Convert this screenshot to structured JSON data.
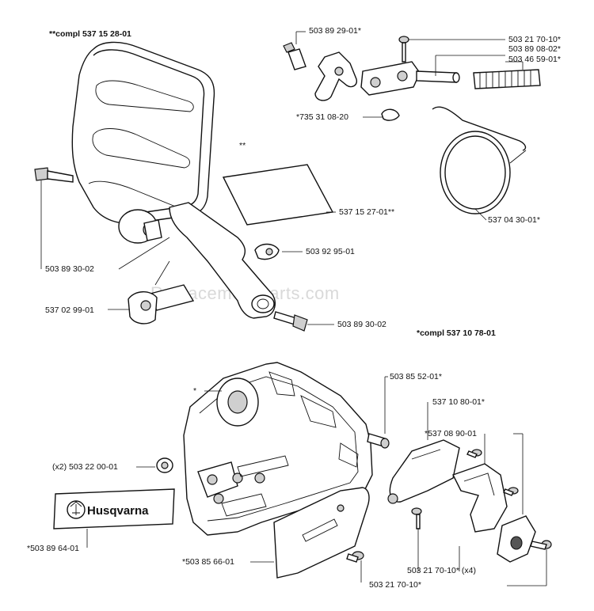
{
  "watermark": "ReplacementParts.com",
  "labels": {
    "compl_top": "**compl 537 15 28-01",
    "p_503_89_29_01": "503 89 29-01*",
    "p_503_21_70_10_top": "503 21 70-10*",
    "p_503_89_08_02": "503 89 08-02*",
    "p_503_46_59_01": "503 46 59-01*",
    "p_735_31_08_20": "*735 31 08-20",
    "double_star": "**",
    "p_537_15_27_01": "537 15 27-01**",
    "p_537_04_30_01": "537 04 30-01*",
    "p_503_92_95_01": "503 92 95-01",
    "p_503_89_30_02_left": "503 89 30-02",
    "p_537_02_99_01": "537 02 99-01",
    "p_503_89_30_02_bottom": "503 89 30-02",
    "compl_bottom": "*compl 537 10 78-01",
    "p_503_85_52_01": "503 85 52-01*",
    "single_star": "*",
    "p_537_10_80_01": "537 10 80-01*",
    "p_537_08_90_01": "*537 08 90-01",
    "p_503_22_00_01": "(x2) 503 22 00-01",
    "p_503_89_64_01": "*503 89 64-01",
    "p_503_85_66_01": "*503 85 66-01",
    "p_503_21_70_10_x4": "503 21 70-10* (x4)",
    "p_503_21_70_10_bottom": "503 21 70-10*"
  },
  "decal_text": "Husqvarna",
  "decal_icon": "husqvarna-crown-logo"
}
